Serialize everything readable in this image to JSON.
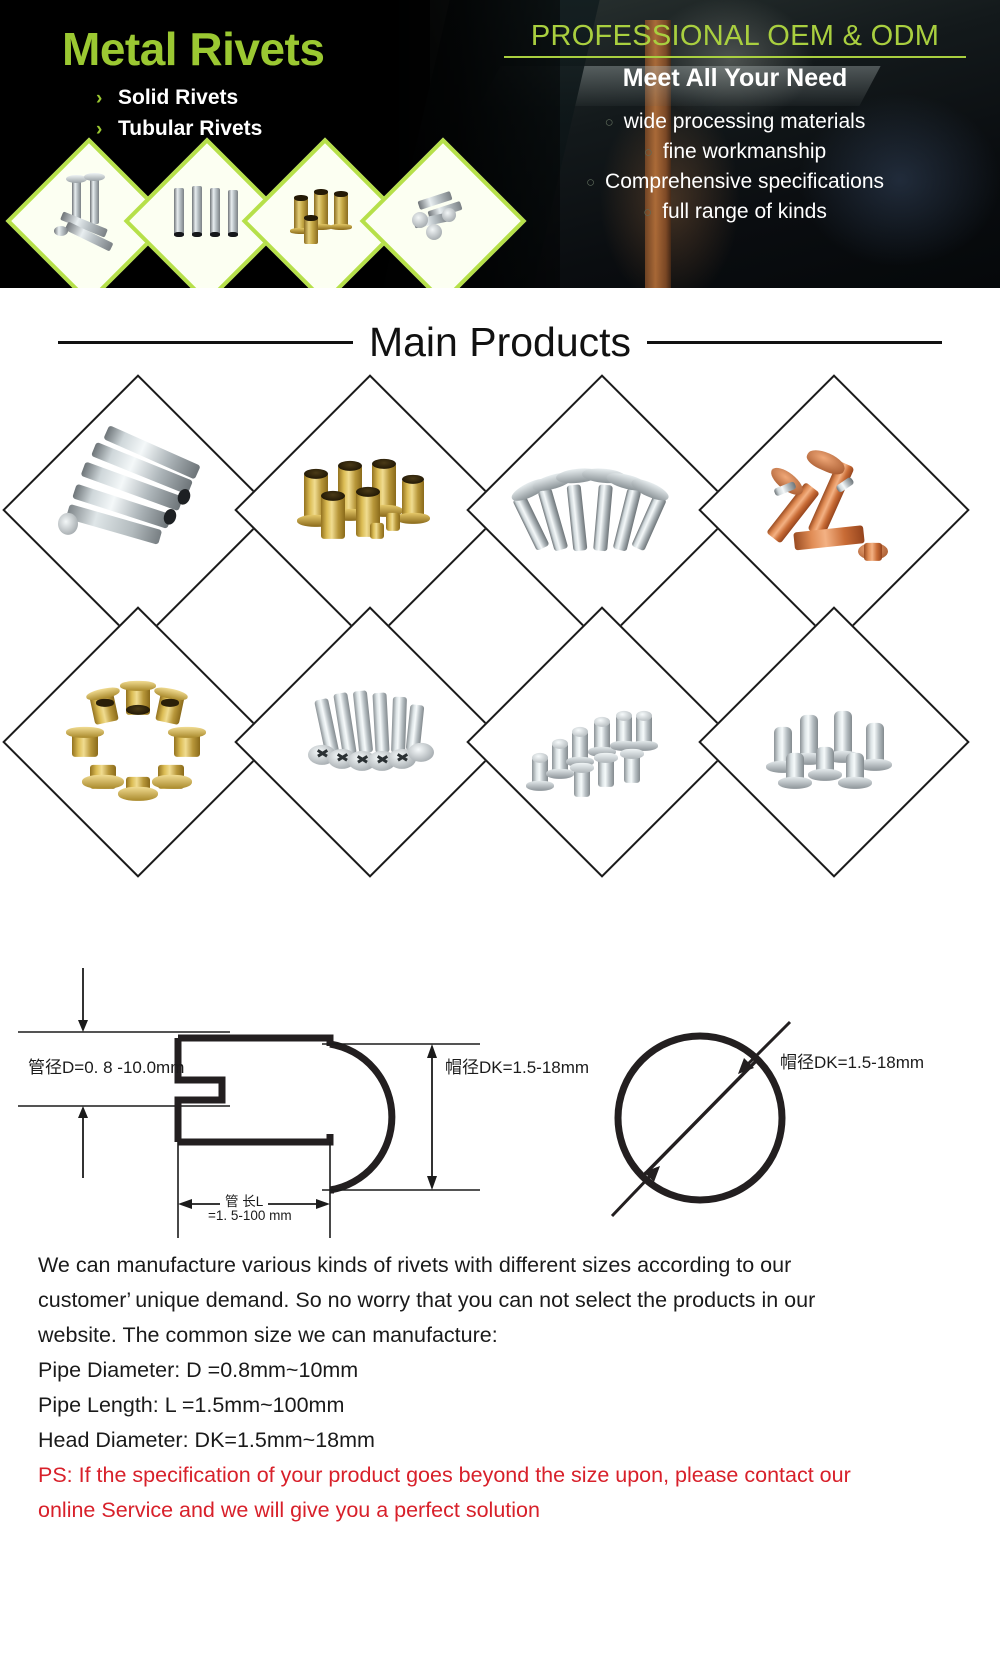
{
  "hero": {
    "title": "Metal Rivets",
    "bullets": [
      {
        "chevron": "›",
        "label": "Solid Rivets"
      },
      {
        "chevron": "›",
        "label": "Tubular Rivets"
      }
    ],
    "right_heading": "PROFESSIONAL OEM & ODM",
    "right_subheading": "Meet All Your Need",
    "right_bullets": [
      {
        "marker": "○",
        "label": "wide processing materials"
      },
      {
        "marker": "○",
        "label": "fine workmanship"
      },
      {
        "marker": "○",
        "label": "Comprehensive specifications"
      },
      {
        "marker": "○",
        "label": "full range of kinds"
      }
    ],
    "thumbs": [
      {
        "name": "solid-steel-rivets-thumb"
      },
      {
        "name": "tubular-steel-rivets-thumb"
      },
      {
        "name": "brass-tubular-rivets-thumb"
      },
      {
        "name": "chicago-screw-rivets-thumb"
      }
    ],
    "colors": {
      "accent_green": "#9bc832",
      "thumb_border": "#b6e04a",
      "background": "#050606"
    }
  },
  "section": {
    "main_products_title": "Main Products"
  },
  "products": [
    {
      "name": "steel-tubular-rivets",
      "material": "steel"
    },
    {
      "name": "brass-eyelet-rivets",
      "material": "brass"
    },
    {
      "name": "flat-head-steel-rivets",
      "material": "steel"
    },
    {
      "name": "copper-round-head-rivets",
      "material": "copper"
    },
    {
      "name": "brass-semi-tubular-rivets",
      "material": "brass"
    },
    {
      "name": "nickel-chicago-screws",
      "material": "nickel"
    },
    {
      "name": "small-steel-solid-rivets",
      "material": "steel"
    },
    {
      "name": "stainless-flange-rivets",
      "material": "stainless"
    }
  ],
  "diagram": {
    "left": {
      "pipe_diameter_label": "管径D=0. 8 -10.0mm",
      "head_diameter_label": "帽DK=1.5-18mm",
      "head_diameter_label_full": "帽径DK=1.5-18mm",
      "pipe_length_label": "管 长L",
      "pipe_length_value": "=1. 5-100 mm"
    },
    "right": {
      "head_diameter_label": "帽径DK=1.5-18mm"
    }
  },
  "copy": {
    "paragraph_line1": "We can manufacture various kinds of rivets with different sizes according to our",
    "paragraph_line2a": "customer",
    "paragraph_apostrophe": "’",
    "paragraph_line2b": "unique demand. So no worry that you can not select the products in our",
    "paragraph_line3": "website. The common size we can manufacture:",
    "spec_pipe_diameter": "Pipe Diameter: D =0.8mm~10mm",
    "spec_pipe_length": "Pipe Length: L =1.5mm~100mm",
    "spec_head_diameter": "Head Diameter: DK=1.5mm~18mm",
    "ps_line1": "PS: If the specification of your product goes beyond the size upon, please contact our",
    "ps_line2": "online Service and we will give you a perfect solution",
    "ps_color": "#d8202a"
  }
}
